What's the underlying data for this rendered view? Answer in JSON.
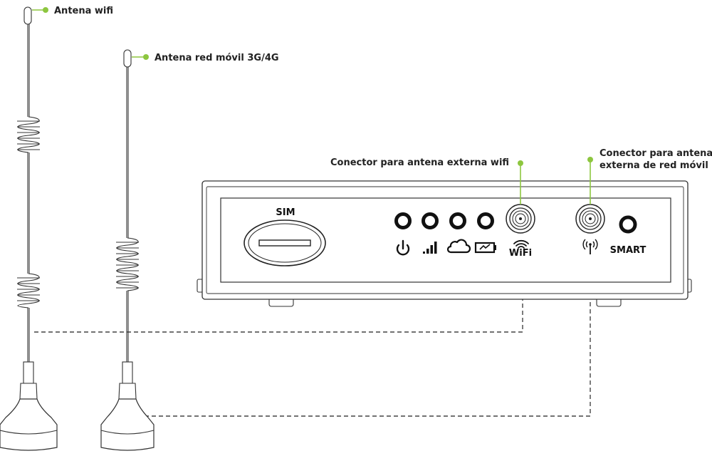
{
  "labels": {
    "wifi_antenna": "Antena wifi",
    "mobile_antenna": "Antena red móvil 3G/4G",
    "wifi_connector": "Conector para antena externa wifi",
    "mobile_connector_line1": "Conector para antena",
    "mobile_connector_line2": "externa de red móvil"
  },
  "device": {
    "sim_label": "SIM",
    "wifi_text": "WiFi",
    "smart_label": "SMART",
    "indicator_icons": [
      "power-icon",
      "signal-bars-icon",
      "cloud-icon",
      "battery-icon"
    ]
  },
  "colors": {
    "accent": "#8dc63f",
    "line": "#333333"
  }
}
